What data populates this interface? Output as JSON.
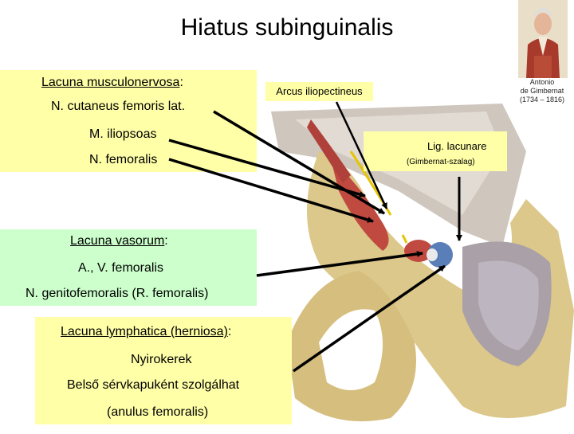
{
  "title": "Hiatus subinguinalis",
  "portrait_caption": {
    "line1": "Antonio",
    "line2": "de Gimbernat",
    "line3": "(1734 – 1816)"
  },
  "musculonervosa": {
    "heading": "Lacuna musculonervosa",
    "colon": ":",
    "items": [
      "N. cutaneus femoris lat.",
      "M. iliopsoas",
      "N. femoralis"
    ]
  },
  "arcus_label": "Arcus iliopectineus",
  "lacunare": {
    "label": "Lig. lacunare",
    "sublabel": "(Gimbernat-szalag)"
  },
  "vasorum": {
    "heading": "Lacuna vasorum",
    "colon": ":",
    "items": [
      "A., V. femoralis",
      "N. genitofemoralis (R. femoralis)"
    ]
  },
  "lymphatica": {
    "heading": "Lacuna lymphatica (herniosa)",
    "colon": ":",
    "items": [
      "Nyirokerek",
      "Belső sérvkapuként szolgálhat",
      "(anulus femoralis)"
    ]
  },
  "colors": {
    "yellow_box": "#ffffa8",
    "green_box": "#ccffcc",
    "bone": "#dcc88a",
    "muscle": "#c04a40",
    "vein": "#5a7fb8",
    "arrow": "#000000"
  }
}
